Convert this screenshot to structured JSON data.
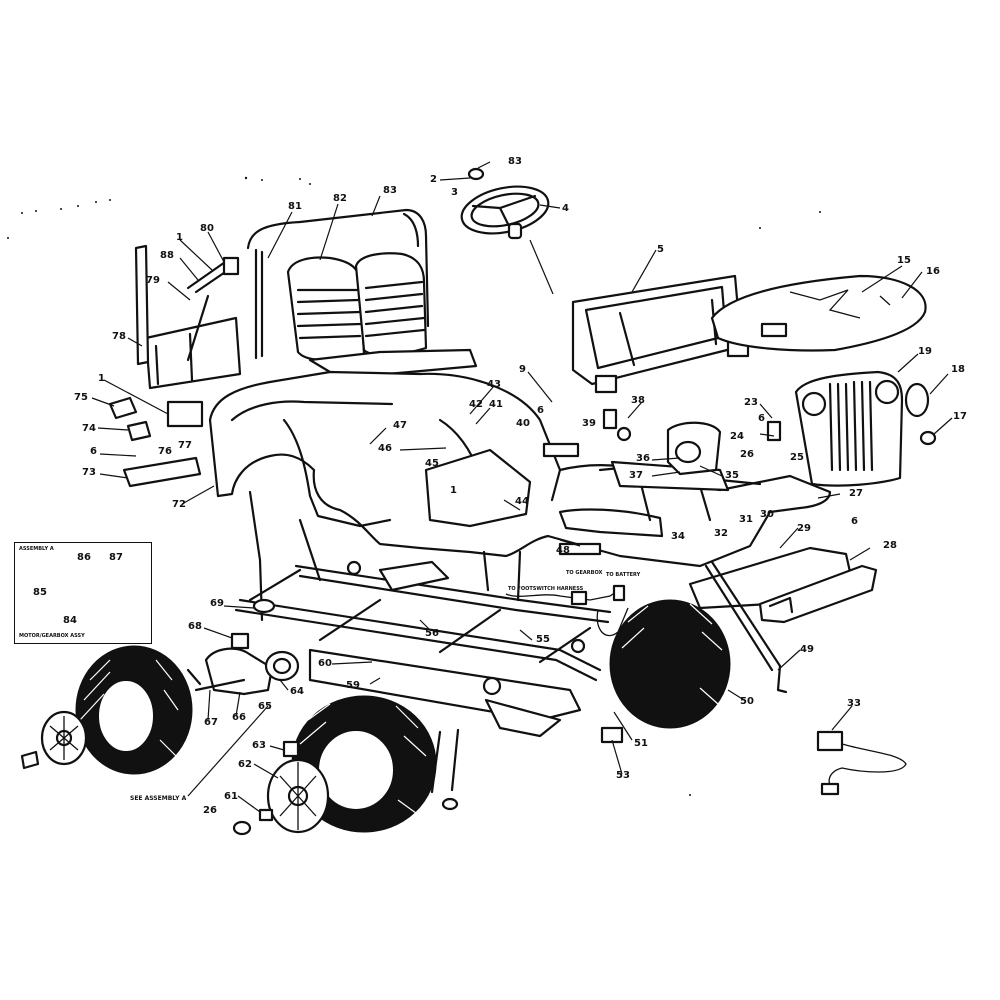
{
  "diagram": {
    "inset": {
      "heading": "ASSEMBLY A",
      "footer": "MOTOR/GEARBOX ASSY",
      "labels": [
        "86",
        "87",
        "85",
        "84"
      ]
    },
    "harness_labels": {
      "to_footswitch": "TO FOOTSWITCH HARNESS",
      "to_gearbox": "TO GEARBOX",
      "to_battery": "TO BATTERY"
    },
    "see_assembly": "SEE ASSEMBLY A",
    "callouts": [
      {
        "id": "83a",
        "text": "83"
      },
      {
        "id": "2",
        "text": "2"
      },
      {
        "id": "3",
        "text": "3"
      },
      {
        "id": "4",
        "text": "4"
      },
      {
        "id": "5",
        "text": "5"
      },
      {
        "id": "15",
        "text": "15"
      },
      {
        "id": "16",
        "text": "16"
      },
      {
        "id": "19",
        "text": "19"
      },
      {
        "id": "18",
        "text": "18"
      },
      {
        "id": "17",
        "text": "17"
      },
      {
        "id": "81",
        "text": "81"
      },
      {
        "id": "82",
        "text": "82"
      },
      {
        "id": "83b",
        "text": "83"
      },
      {
        "id": "80",
        "text": "80"
      },
      {
        "id": "1a",
        "text": "1"
      },
      {
        "id": "88",
        "text": "88"
      },
      {
        "id": "79",
        "text": "79"
      },
      {
        "id": "78",
        "text": "78"
      },
      {
        "id": "1b",
        "text": "1"
      },
      {
        "id": "75",
        "text": "75"
      },
      {
        "id": "74",
        "text": "74"
      },
      {
        "id": "6a",
        "text": "6"
      },
      {
        "id": "73",
        "text": "73"
      },
      {
        "id": "76",
        "text": "76"
      },
      {
        "id": "77",
        "text": "77"
      },
      {
        "id": "72",
        "text": "72"
      },
      {
        "id": "9",
        "text": "9"
      },
      {
        "id": "43",
        "text": "43"
      },
      {
        "id": "42",
        "text": "42"
      },
      {
        "id": "41",
        "text": "41"
      },
      {
        "id": "47",
        "text": "47"
      },
      {
        "id": "40",
        "text": "40"
      },
      {
        "id": "46",
        "text": "46"
      },
      {
        "id": "45",
        "text": "45"
      },
      {
        "id": "1c",
        "text": "1"
      },
      {
        "id": "44",
        "text": "44"
      },
      {
        "id": "6b",
        "text": "6"
      },
      {
        "id": "39",
        "text": "39"
      },
      {
        "id": "38",
        "text": "38"
      },
      {
        "id": "23",
        "text": "23"
      },
      {
        "id": "6c",
        "text": "6"
      },
      {
        "id": "24",
        "text": "24"
      },
      {
        "id": "26a",
        "text": "26"
      },
      {
        "id": "25",
        "text": "25"
      },
      {
        "id": "36",
        "text": "36"
      },
      {
        "id": "37",
        "text": "37"
      },
      {
        "id": "35",
        "text": "35"
      },
      {
        "id": "27",
        "text": "27"
      },
      {
        "id": "31",
        "text": "31"
      },
      {
        "id": "30",
        "text": "30"
      },
      {
        "id": "34",
        "text": "34"
      },
      {
        "id": "32",
        "text": "32"
      },
      {
        "id": "29",
        "text": "29"
      },
      {
        "id": "6d",
        "text": "6"
      },
      {
        "id": "28",
        "text": "28"
      },
      {
        "id": "48",
        "text": "48"
      },
      {
        "id": "69",
        "text": "69"
      },
      {
        "id": "68",
        "text": "68"
      },
      {
        "id": "56",
        "text": "56"
      },
      {
        "id": "55",
        "text": "55"
      },
      {
        "id": "60a",
        "text": "60"
      },
      {
        "id": "49",
        "text": "49"
      },
      {
        "id": "59",
        "text": "59"
      },
      {
        "id": "64",
        "text": "64"
      },
      {
        "id": "67",
        "text": "67"
      },
      {
        "id": "66",
        "text": "66"
      },
      {
        "id": "65",
        "text": "65"
      },
      {
        "id": "50",
        "text": "50"
      },
      {
        "id": "33",
        "text": "33"
      },
      {
        "id": "63",
        "text": "63"
      },
      {
        "id": "62",
        "text": "62"
      },
      {
        "id": "61",
        "text": "61"
      },
      {
        "id": "26b",
        "text": "26"
      },
      {
        "id": "51",
        "text": "51"
      },
      {
        "id": "53",
        "text": "53"
      }
    ]
  }
}
